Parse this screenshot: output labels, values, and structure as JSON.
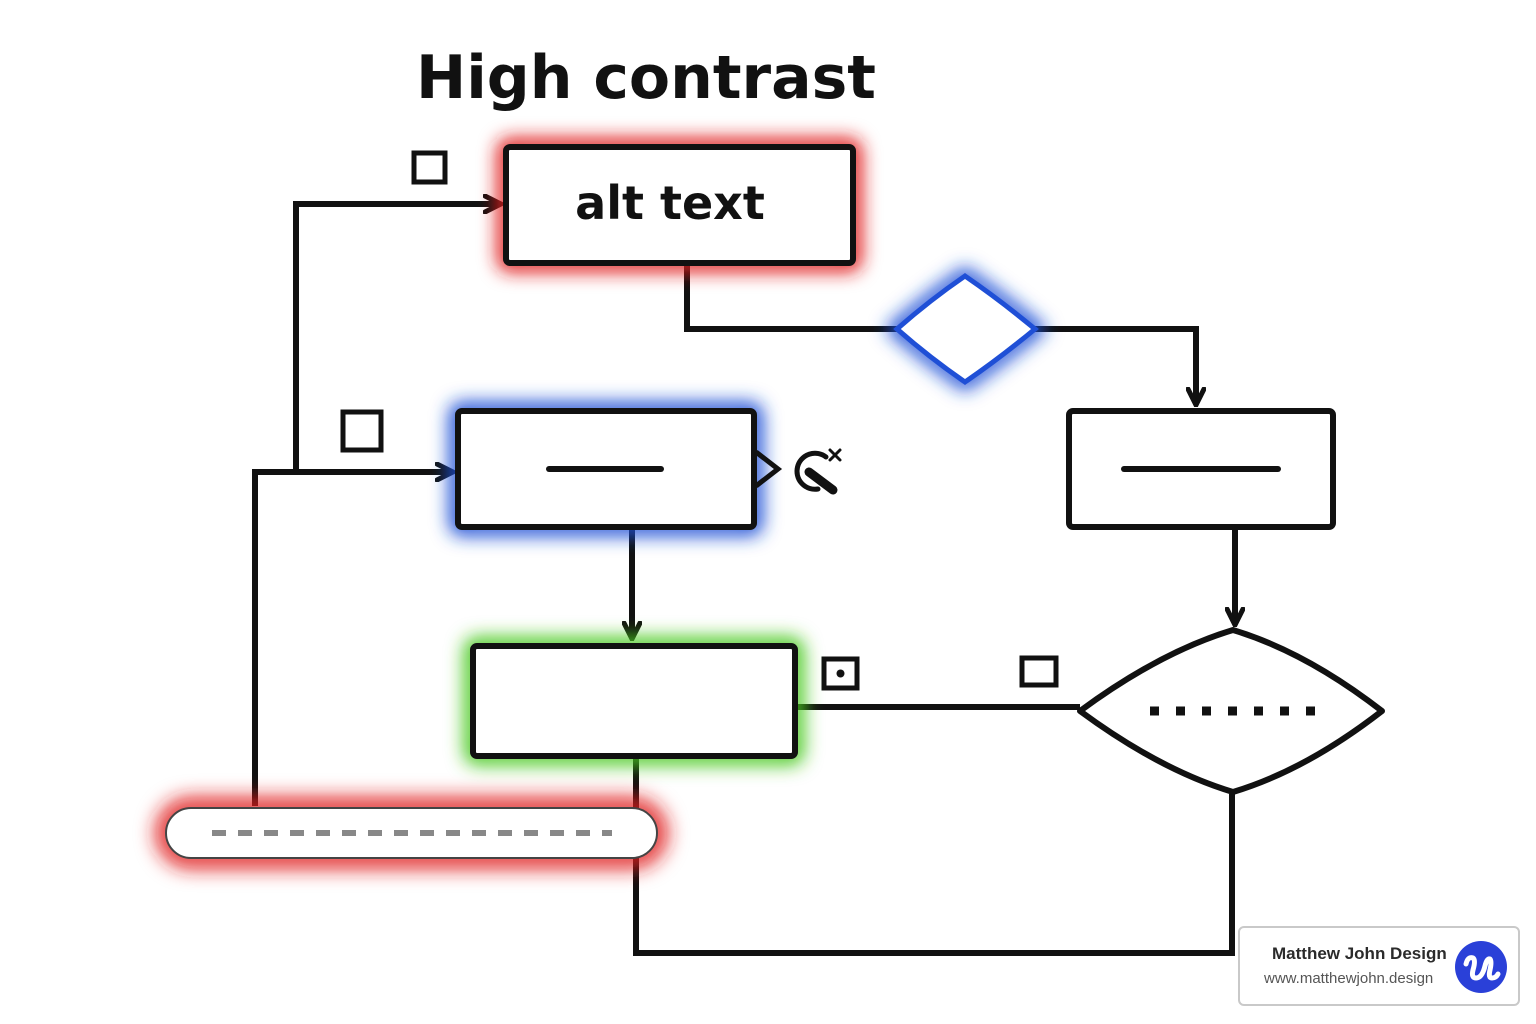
{
  "diagram": {
    "title": "High contrast",
    "nodes": {
      "top_box_label": "alt text"
    },
    "highlight_colors": {
      "red": "#e01e1e",
      "blue": "#1f4fd6",
      "green": "#46c81c",
      "stroke": "#111111"
    }
  },
  "brand": {
    "name": "Matthew John Design",
    "url": "www.matthewjohn.design",
    "logo_color": "#2a40d8"
  }
}
